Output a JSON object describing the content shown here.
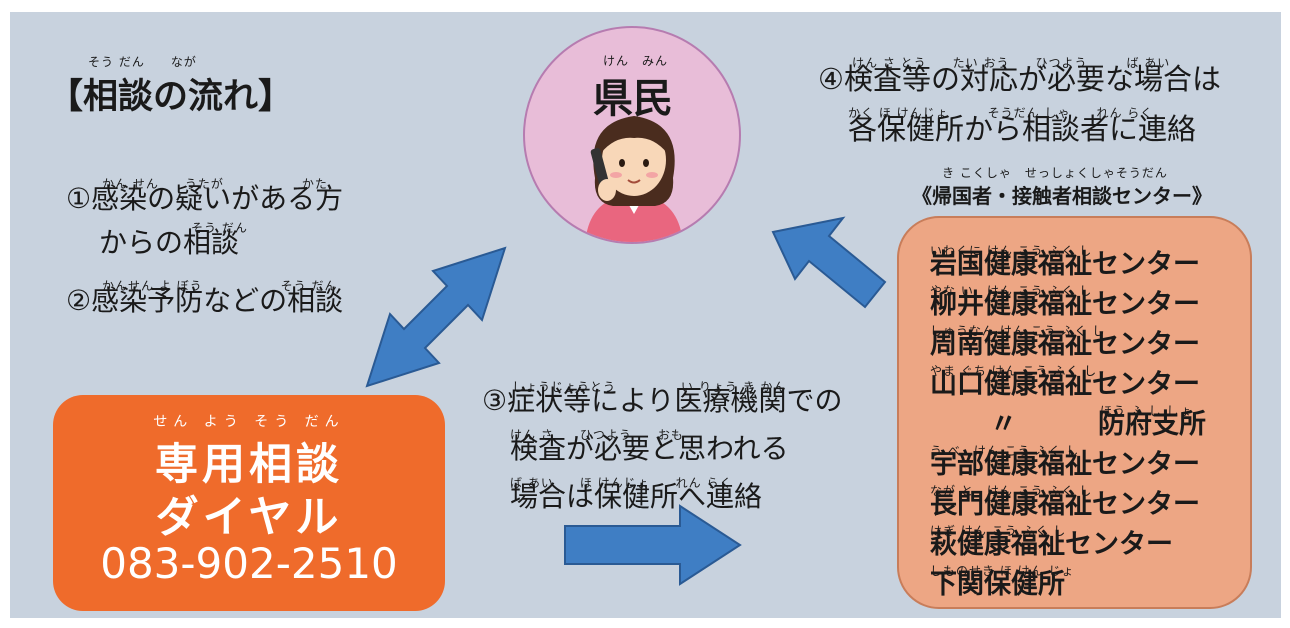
{
  "heading": {
    "text": "【相談の流れ】",
    "furigana": "そう だん　　なが"
  },
  "items": [
    {
      "line1": "①感染の疑いがある方",
      "furigana1": "かん せん　　うたが　　　　　　かた",
      "line2": "からの相談",
      "furigana2": "そう だん"
    },
    {
      "line1": "②感染予防などの相談",
      "furigana1": "かんせん よ ぼう　　　　　　そう だん"
    }
  ],
  "kenmin": {
    "label": "県民",
    "furigana": "けん　みん"
  },
  "step4": {
    "line1": "④検査等の対応が必要な場合は",
    "furigana1": "けん さ とう　　たい おう　　ひつよう　　　ば あい",
    "line2": "各保健所から相談者に連絡",
    "furigana2": "かく ほ けんじょ　　　そうだん しゃ　　れん らく"
  },
  "center_heading": {
    "text": "《帰国者・接触者相談センター》",
    "furigana": "き こくしゃ　せっしょくしゃそうだん"
  },
  "centers": [
    {
      "name": "岩国健康福祉センター",
      "furigana": "いわくに けん こう ふく し"
    },
    {
      "name": "柳井健康福祉センター",
      "furigana": "やな い　けん こう ふく し"
    },
    {
      "name": "周南健康福祉センター",
      "furigana": "しゅうなん けん こう ふく し"
    },
    {
      "name": "山口健康福祉センター",
      "furigana": "やま ぐち けん こう ふく し"
    },
    {
      "name": "〃　　　防府支所",
      "furigana": "ほう ふ し しょ"
    },
    {
      "name": "宇部健康福祉センター",
      "furigana": "う べ　けん こう ふく し"
    },
    {
      "name": "長門健康福祉センター",
      "furigana": "なが と　けん こう ふく し"
    },
    {
      "name": "萩健康福祉センター",
      "furigana": "はぎ けん こう ふく し"
    },
    {
      "name": "下関保健所",
      "furigana": "しものせき ほ けん じょ"
    }
  ],
  "step3": {
    "line1": "③症状等により医療機関での",
    "furigana1": "しょうじょうとう　　　　　い りょう き かん",
    "line2": "検査が必要と思われる",
    "furigana2": "けん さ　　ひつよう　　おも",
    "line3": "場合は保健所へ連絡",
    "furigana3": "ば あい　　ほ けんじょ　　れん らく"
  },
  "dial": {
    "furigana": "せん よう そう だん",
    "title1": "専用相談",
    "title2": "ダイヤル",
    "phone": "083-902-2510"
  },
  "colors": {
    "background_panel": "#c8d2de",
    "arrow": "#3f7ec4",
    "kenmin_circle": "#e8bdd8",
    "centers_box": "#eda684",
    "dial_box": "#ef6b2b"
  }
}
